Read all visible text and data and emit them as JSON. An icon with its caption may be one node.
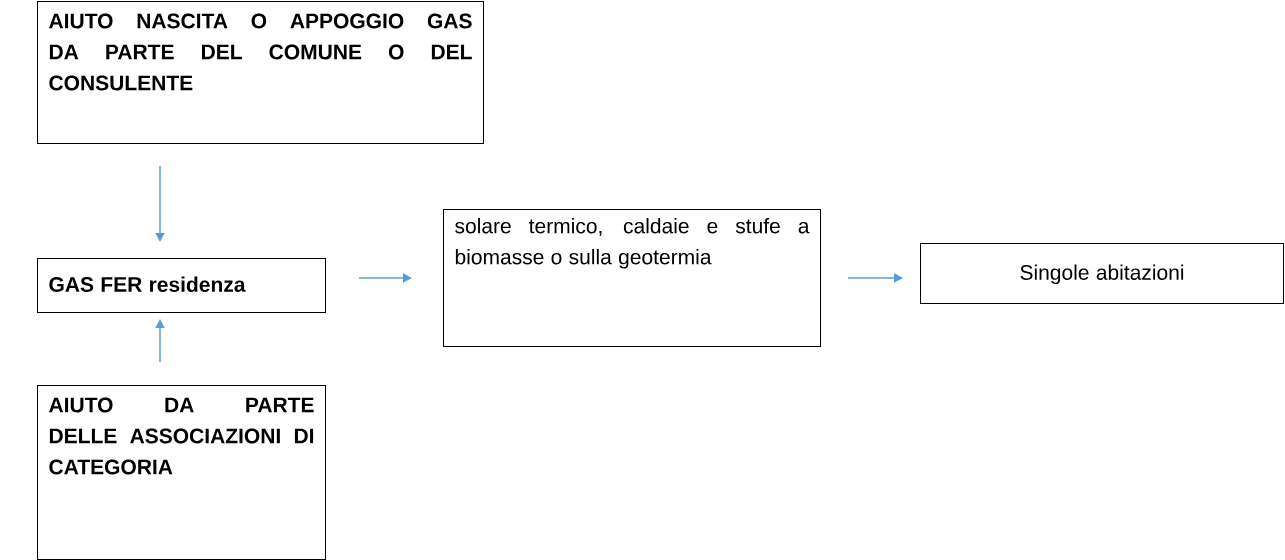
{
  "diagram": {
    "nodes": [
      {
        "text": [
          "AIUTO NASCITA O APPOGGIO GAS DA PARTE DEL COMUNE O DEL CONSULENTE"
        ]
      },
      {
        "text": [
          "GAS FER residenza"
        ]
      },
      {
        "text": [
          "solare termico, caldaie e stufe a biomasse o sulla geotermia"
        ]
      },
      {
        "text": [
          "Singole abitazioni"
        ]
      },
      {
        "text": [
          "AIUTO DA PARTE DELLE ASSOCIAZIONI DI CATEGORIA"
        ]
      }
    ],
    "edges": [
      {
        "from": 0,
        "to": 1,
        "arrow": "to"
      },
      {
        "from": 4,
        "to": 1,
        "arrow": "to"
      },
      {
        "from": 1,
        "to": 2,
        "arrow": "to"
      },
      {
        "from": 2,
        "to": 3,
        "arrow": "to"
      }
    ]
  }
}
